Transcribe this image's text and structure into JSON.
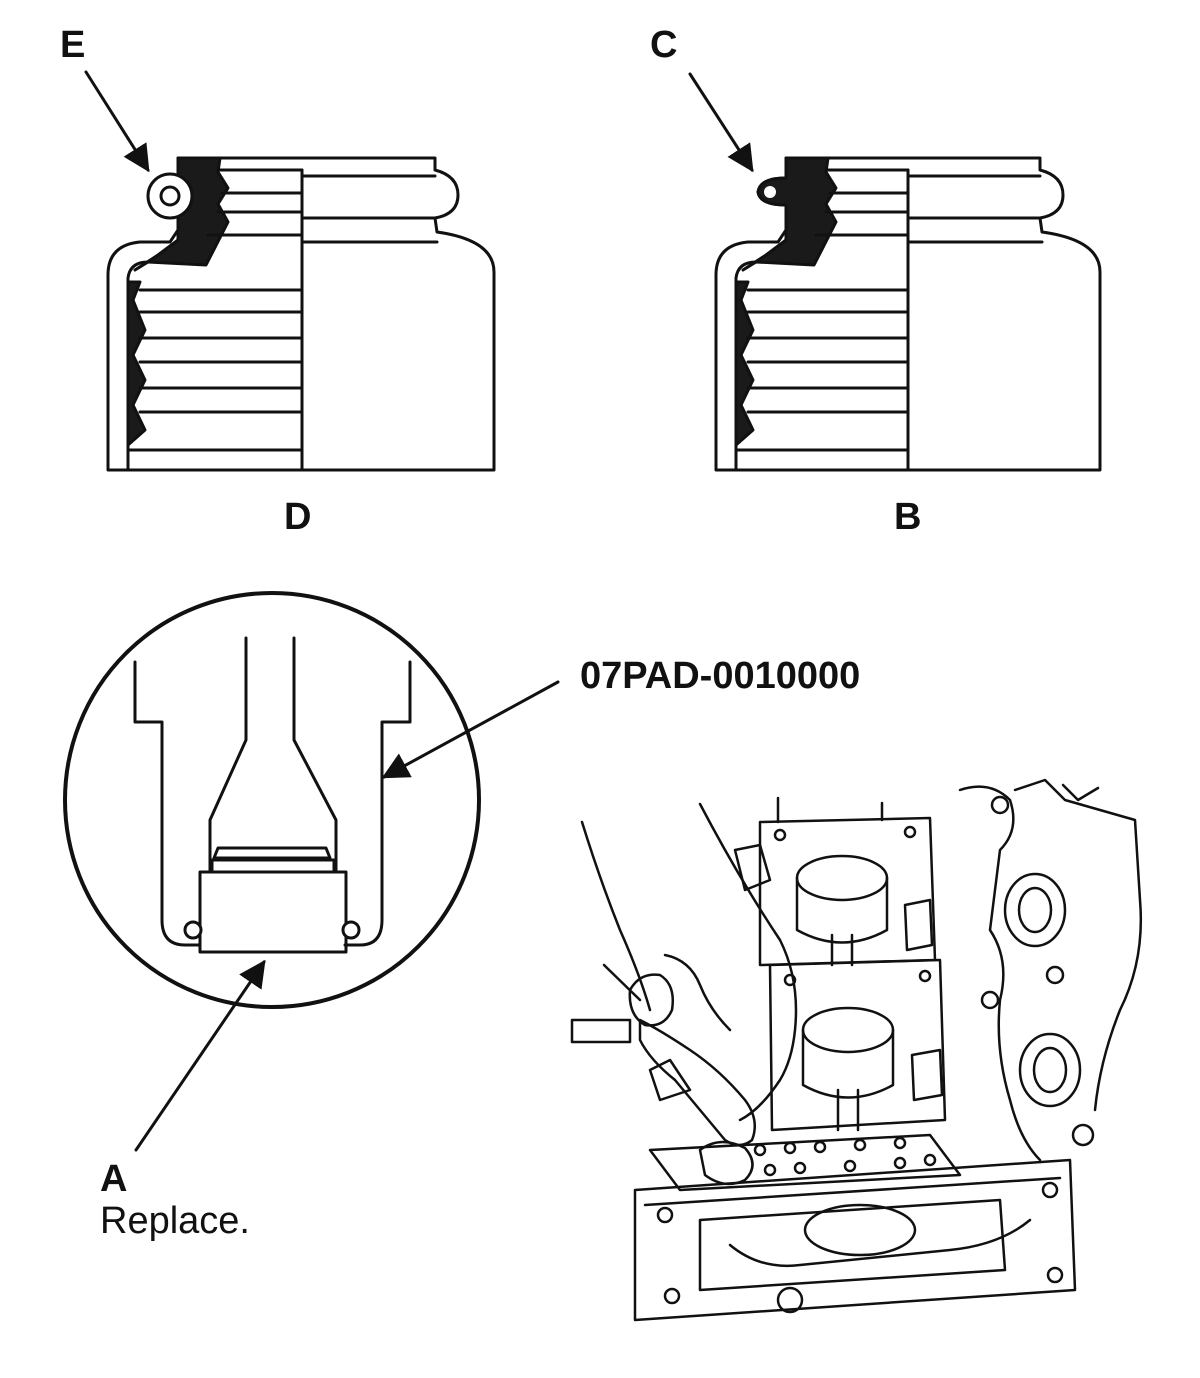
{
  "callouts": {
    "E": "E",
    "C": "C",
    "D": "D",
    "B": "B",
    "tool_number": "07PAD-0010000",
    "A": "A",
    "A_note": "Replace."
  },
  "colors": {
    "ink": "#111111",
    "fill_black": "#1a1a1a",
    "background": "#ffffff"
  }
}
